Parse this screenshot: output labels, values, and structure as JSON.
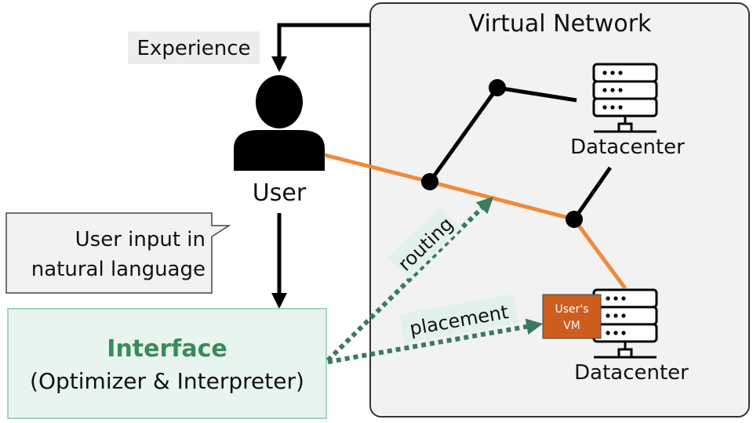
{
  "network": {
    "title": "Virtual Network"
  },
  "experience_label": "Experience",
  "user": {
    "label": "User"
  },
  "speech_bubble": {
    "line1": "User input in",
    "line2": "natural language"
  },
  "interface": {
    "title": "Interface",
    "subtitle": "(Optimizer & Interpreter)"
  },
  "edges": {
    "routing_label": "routing",
    "placement_label": "placement"
  },
  "datacenters": {
    "top_label": "Datacenter",
    "bottom_label": "Datacenter"
  },
  "vm": {
    "line1": "User's",
    "line2": "VM"
  },
  "colors": {
    "route": "#ef8a3c",
    "arrow_green": "#3a7a62",
    "interface_fill": "#e8f4ee",
    "interface_text": "#3a8a5e",
    "vm_fill": "#cc5d1e",
    "network_fill": "#f2f2f2",
    "label_fill": "#ededed",
    "tag_fill": "#e3f1ec"
  }
}
